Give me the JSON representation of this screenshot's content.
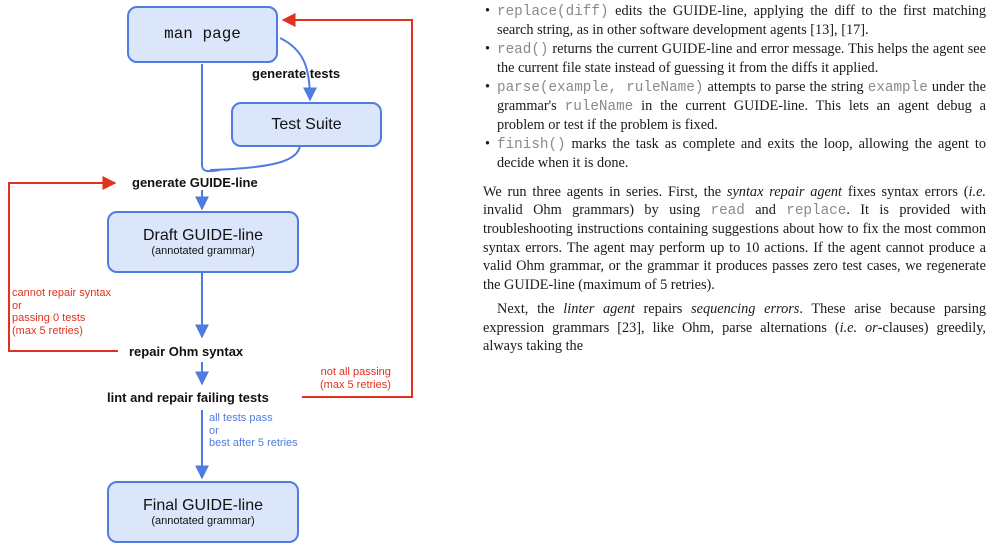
{
  "diagram": {
    "boxes": {
      "man_page": "man page",
      "test_suite": "Test Suite",
      "draft_title": "Draft GUIDE-line",
      "draft_sub": "(annotated grammar)",
      "final_title": "Final GUIDE-line",
      "final_sub": "(annotated grammar)"
    },
    "labels": {
      "generate_tests": "generate tests",
      "generate_guide": "generate GUIDE-line",
      "repair_syntax": "repair Ohm syntax",
      "lint_repair": "lint and repair failing tests"
    },
    "red_labels": {
      "cannot_repair": [
        "cannot repair syntax",
        "or",
        "passing 0 tests",
        "(max 5 retries)"
      ],
      "not_all_passing": [
        "not all passing",
        "(max 5 retries)"
      ]
    },
    "blue_labels": {
      "all_pass": [
        "all tests pass",
        "or",
        "best after 5 retries"
      ]
    },
    "colors": {
      "box_fill": "#dce6fb",
      "blue": "#4f7ce0",
      "red": "#e0321e"
    }
  },
  "text": {
    "bullets": [
      {
        "code": "replace(diff)",
        "rest": " edits the GUIDE-line, applying the diff to the first matching search string, as in other software development agents [13], [17]."
      },
      {
        "code": "read()",
        "rest": " returns the current GUIDE-line and error message. This helps the agent see the current file state instead of guessing it from the diffs it applied."
      },
      {
        "code": "parse(example, ruleName)",
        "rest_a": " attempts to parse the string ",
        "code_b": "example",
        "rest_b": " under the grammar's ",
        "code_c": "ruleName",
        "rest_c": " in the current GUIDE-line. This lets an agent debug a problem or test if the problem is fixed."
      },
      {
        "code": "finish()",
        "rest": " marks the task as complete and exits the loop, allowing the agent to decide when it is done."
      }
    ],
    "para1": {
      "a": "We run three agents in series. First, the ",
      "em1": "syntax repair agent",
      "b": " fixes syntax errors (",
      "em2": "i.e.",
      "c": " invalid Ohm grammars) by using ",
      "code1": "read",
      "d": " and ",
      "code2": "replace",
      "e": ". It is provided with troubleshooting instructions containing suggestions about how to fix the most common syntax errors. The agent may perform up to 10 actions. If the agent cannot produce a valid Ohm grammar, or the grammar it produces passes zero test cases, we regenerate the GUIDE-line (maximum of 5 retries)."
    },
    "para2": {
      "a": "Next, the ",
      "em1": "linter agent",
      "b": " repairs ",
      "em2": "sequencing errors",
      "c": ". These arise because parsing expression grammars [23], like Ohm, parse alternations (",
      "em3": "i.e. or",
      "d": "-clauses) greedily, always taking the"
    }
  }
}
